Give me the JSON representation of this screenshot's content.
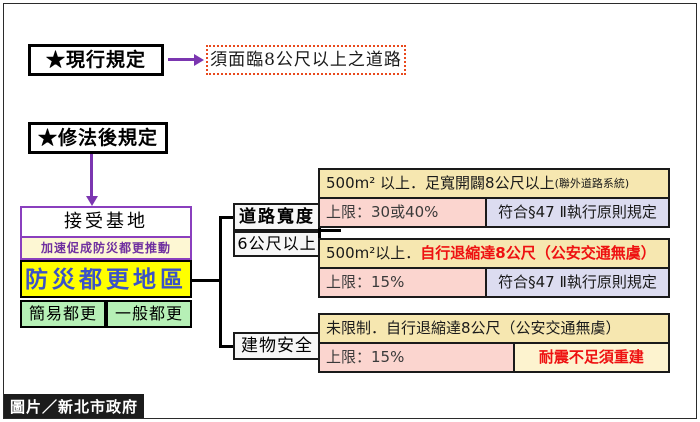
{
  "figure": {
    "credit": "圖片／新北市政府"
  },
  "current_rule": {
    "header": "★現行規定",
    "detail": "須面臨8公尺以上之道路"
  },
  "amended_rule": {
    "header": "★修法後規定"
  },
  "receiving_site": {
    "title": "接受基地",
    "note": "加速促成防災都更推動",
    "highlight": "防災都更地區",
    "options": [
      "簡易都更",
      "一般都更"
    ]
  },
  "criteria": [
    {
      "label": "道路寬度",
      "value": "6公尺以上"
    },
    {
      "label": "建物安全",
      "value": ""
    }
  ],
  "info_groups": [
    {
      "top": "500m² 以上．足寬開闢8公尺以上",
      "top_paren": "(聯外道路系統)",
      "left": "上限：30或40%",
      "right": "符合§47 Ⅱ執行原則規定"
    },
    {
      "top_plain": "500m²以上．",
      "top_red": "自行退縮達8公尺（公安交通無虞）",
      "left": "上限：15%",
      "right": "符合§47 Ⅱ執行原則規定"
    },
    {
      "top": "未限制．自行退縮達8公尺（公安交通無虞）",
      "left": "上限：15%",
      "right": "耐震不足須重建"
    }
  ],
  "colors": {
    "accent_purple": "#7b36b0",
    "dotted_red": "#e8491d",
    "highlight_yellow": "#ffff00",
    "highlight_text": "#3a52c8",
    "green": "#b6f0b6",
    "band_yellow": "#f6e7b0",
    "band_pink": "#fbd5cf",
    "band_lavender": "#dcdcf0",
    "band_cream": "#fdf3cf",
    "alert_red": "#ee1111"
  }
}
